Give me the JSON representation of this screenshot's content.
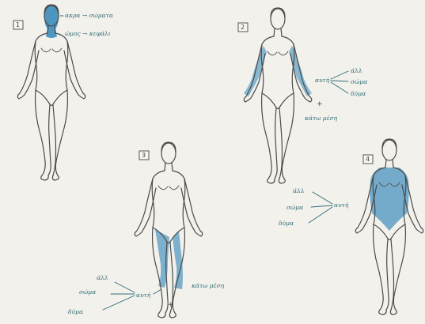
{
  "colors": {
    "paper": "#f3f1ec",
    "outline": "#4a4a4a",
    "wash": "#2f86b8",
    "ink": "#2f6d78"
  },
  "figures": [
    {
      "number": "1",
      "shaded_region": "head-and-neck",
      "notes": [
        "ακρα → σώματα",
        "ώμος → κεφάλι"
      ]
    },
    {
      "number": "2",
      "shaded_region": "arms",
      "targets": [
        "άλλ",
        "σώμα",
        "δύμα"
      ],
      "joint": "αυτή",
      "plus": "+",
      "extra_note": "κάτω μέση"
    },
    {
      "number": "3",
      "shaded_region": "legs",
      "targets": [
        "άλλ",
        "σώμα",
        "δύμα"
      ],
      "joint": "αυτή",
      "plus": "+",
      "extra_note": "κάτω μέση"
    },
    {
      "number": "4",
      "shaded_region": "torso",
      "targets": [
        "άλλ",
        "σώμα",
        "δύμα"
      ],
      "joint": "αυτή"
    }
  ]
}
